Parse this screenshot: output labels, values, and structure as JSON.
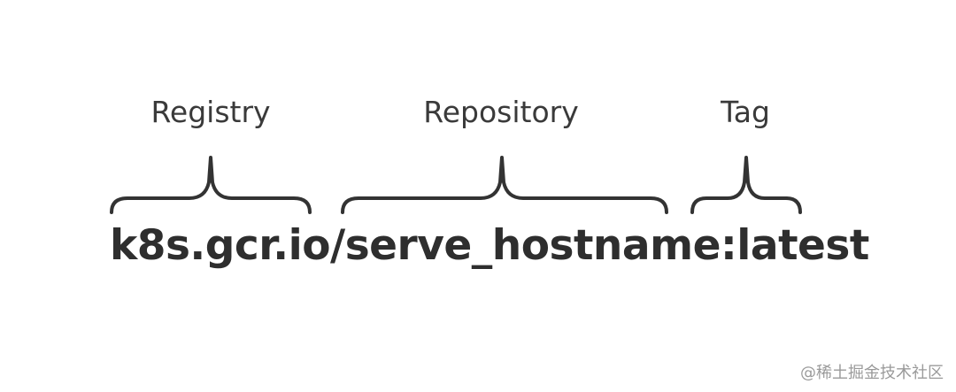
{
  "labels": {
    "registry": "Registry",
    "repository": "Repository",
    "tag": "Tag"
  },
  "image_reference": "k8s.gcr.io/serve_hostname:latest",
  "watermark": "@稀土掘金技术社区",
  "colors": {
    "text": "#3a3a3a",
    "brace": "#333333",
    "watermark": "#9a9a9a"
  }
}
